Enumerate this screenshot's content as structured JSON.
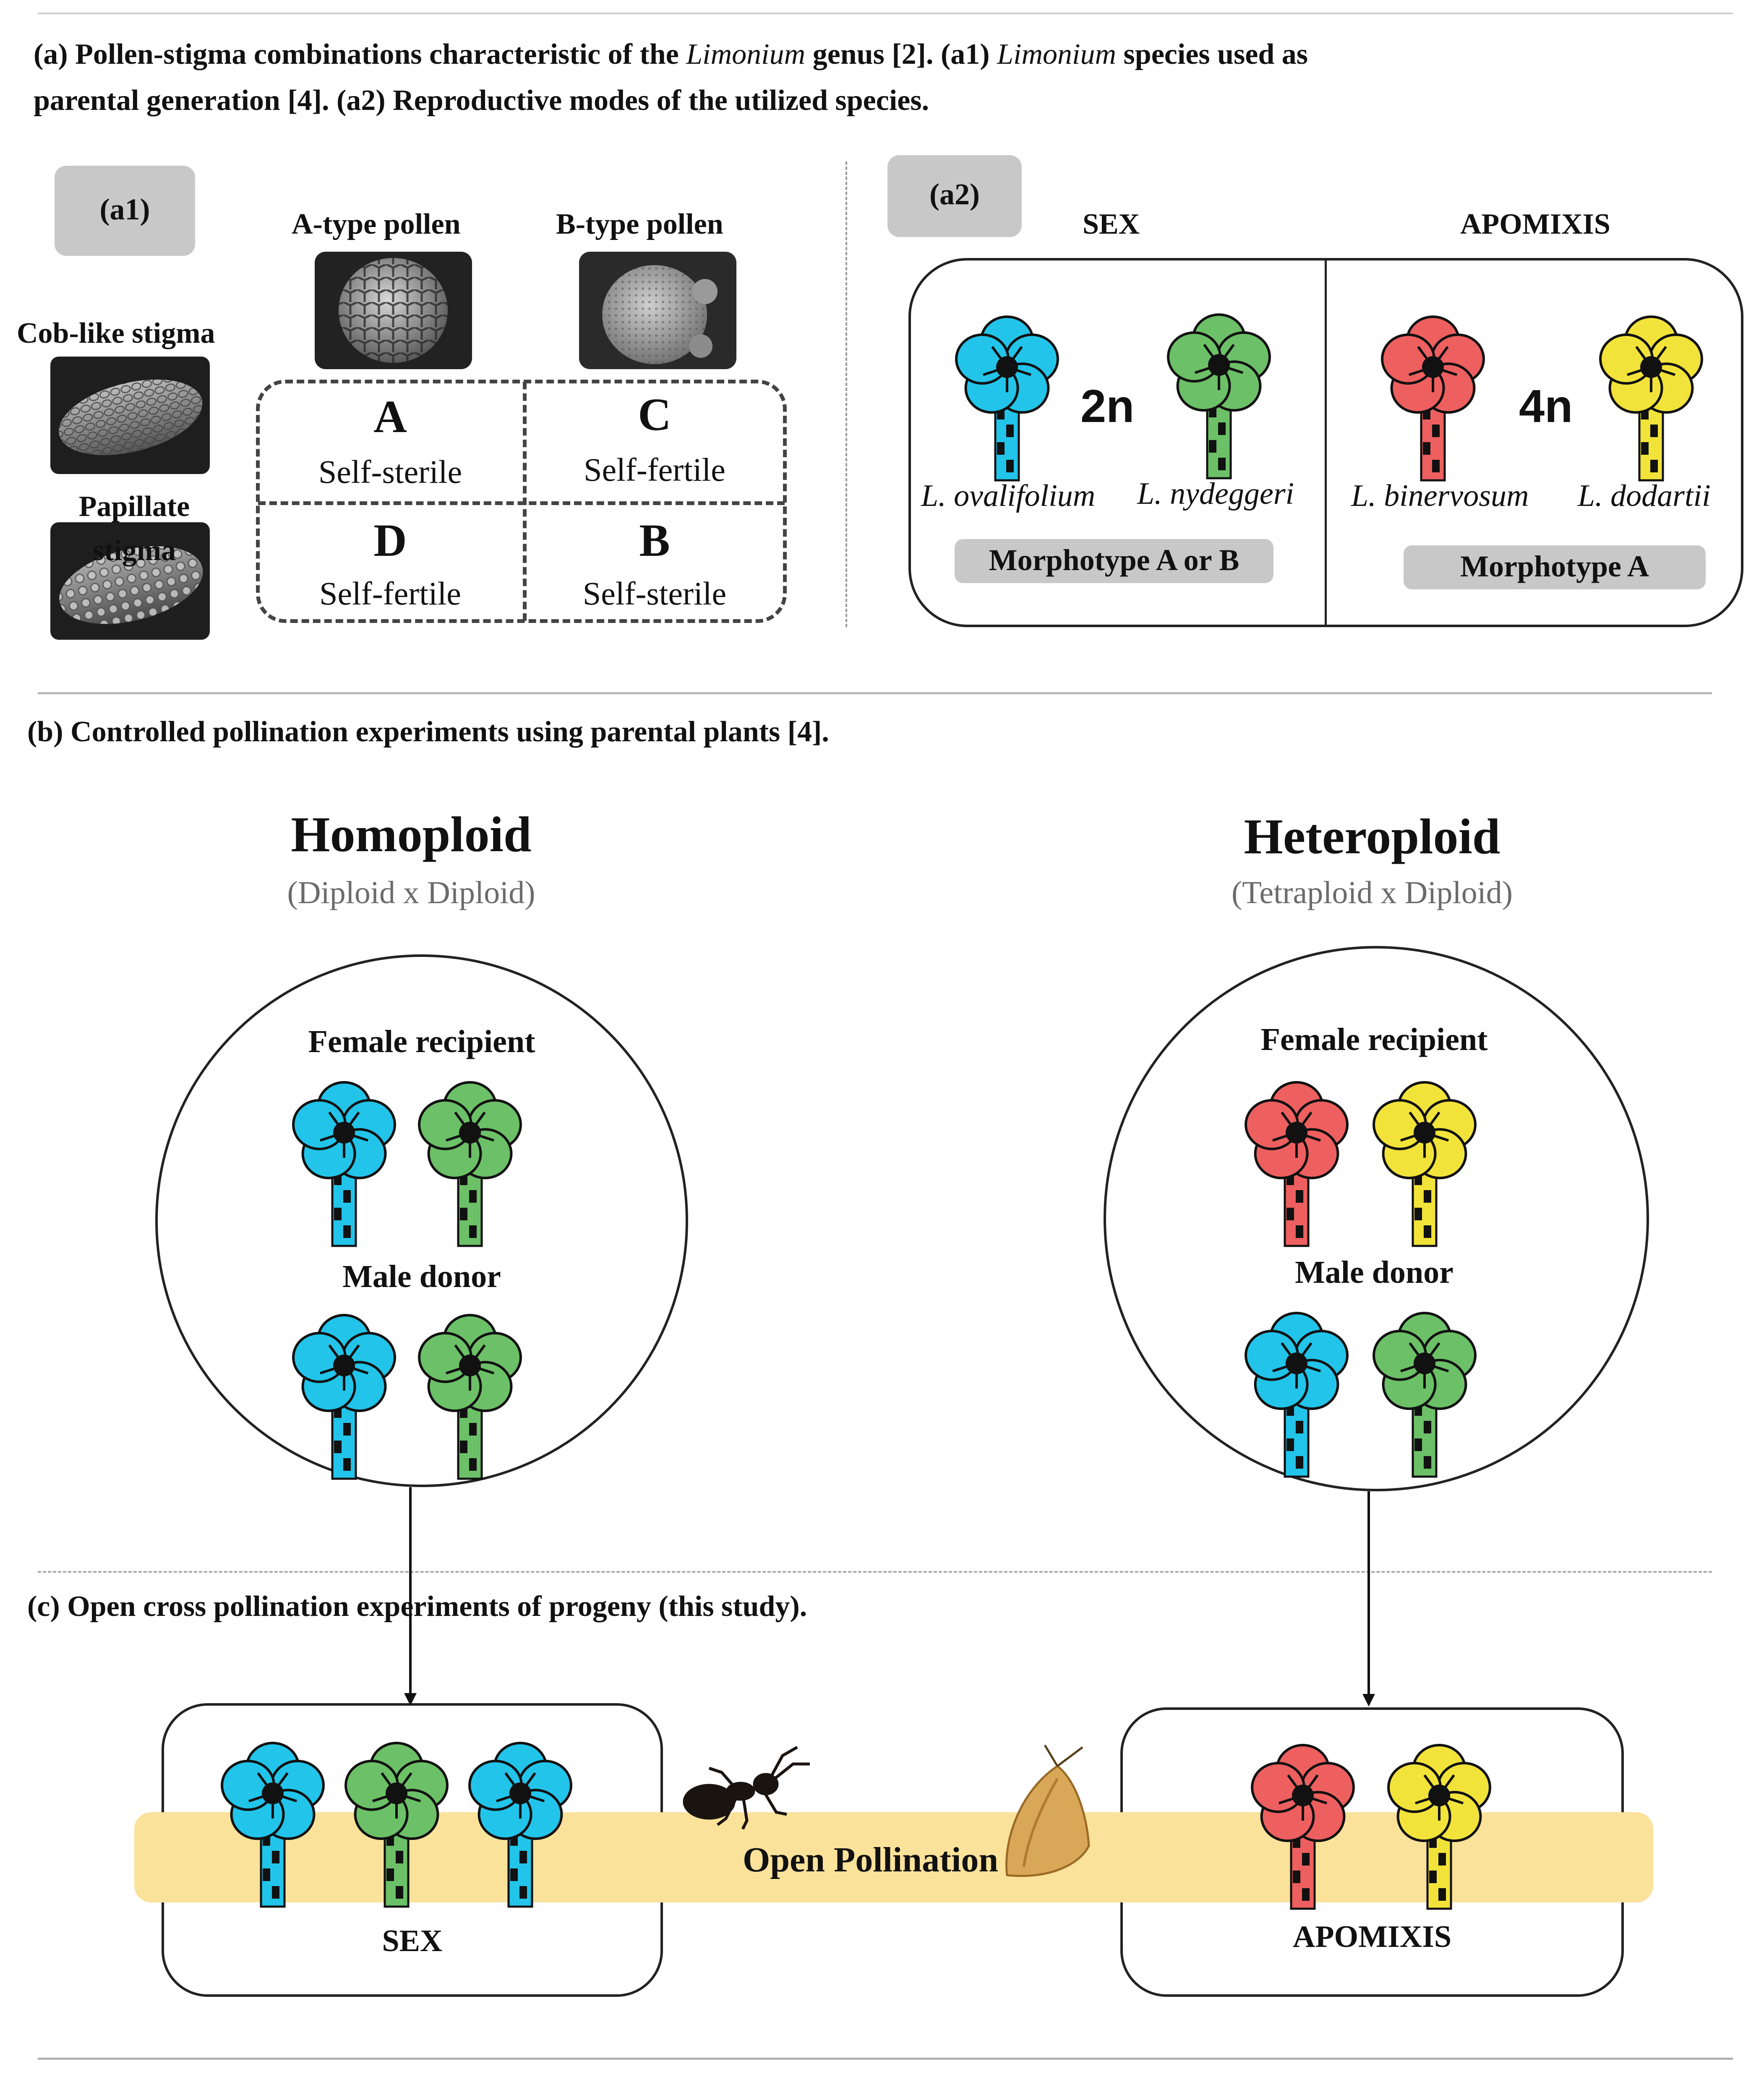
{
  "caption_a": {
    "p1": "(a) Pollen-stigma combinations characteristic of the ",
    "p2": "Limonium",
    "p3": " genus [2]. (a1) ",
    "p4": "Limonium",
    "p5": " species used as",
    "line2": "parental generation [4]. (a2)  Reproductive modes of the utilized species."
  },
  "a1": {
    "tag": "(a1)",
    "pollen_a": "A-type pollen",
    "pollen_b": "B-type pollen",
    "stigma_cob": "Cob-like stigma",
    "stigma_pap": "Papillate stigma",
    "grid": [
      {
        "letter": "A",
        "text": "Self-sterile"
      },
      {
        "letter": "C",
        "text": "Self-fertile"
      },
      {
        "letter": "D",
        "text": "Self-fertile"
      },
      {
        "letter": "B",
        "text": "Self-sterile"
      }
    ]
  },
  "a2": {
    "tag": "(a2)",
    "sex": "SEX",
    "apomixis": "APOMIXIS",
    "ploidy_left": "2n",
    "ploidy_right": "4n",
    "species": [
      "L. ovalifolium",
      "L. nydeggeri",
      "L. binervosum",
      "L. dodartii"
    ],
    "morph_left": "Morphotype A or B",
    "morph_right": "Morphotype A"
  },
  "caption_b": "(b)  Controlled pollination experiments using parental plants [4].",
  "b": {
    "homo_title": "Homoploid",
    "homo_sub": "(Diploid x Diploid)",
    "hetero_title": "Heteroploid",
    "hetero_sub": "(Tetraploid x Diploid)",
    "female": "Female recipient",
    "male": "Male donor"
  },
  "caption_c": "(c) Open cross pollination experiments of progeny (this study).",
  "c": {
    "open": "Open Pollination",
    "sex": "SEX",
    "apomixis": "APOMIXIS"
  },
  "colors": {
    "blue": "#22c4ea",
    "green": "#6cc067",
    "red": "#ee5f5f",
    "yellow": "#f2e33a",
    "band": "#fbe29a",
    "chip": "#c8c8c8"
  }
}
